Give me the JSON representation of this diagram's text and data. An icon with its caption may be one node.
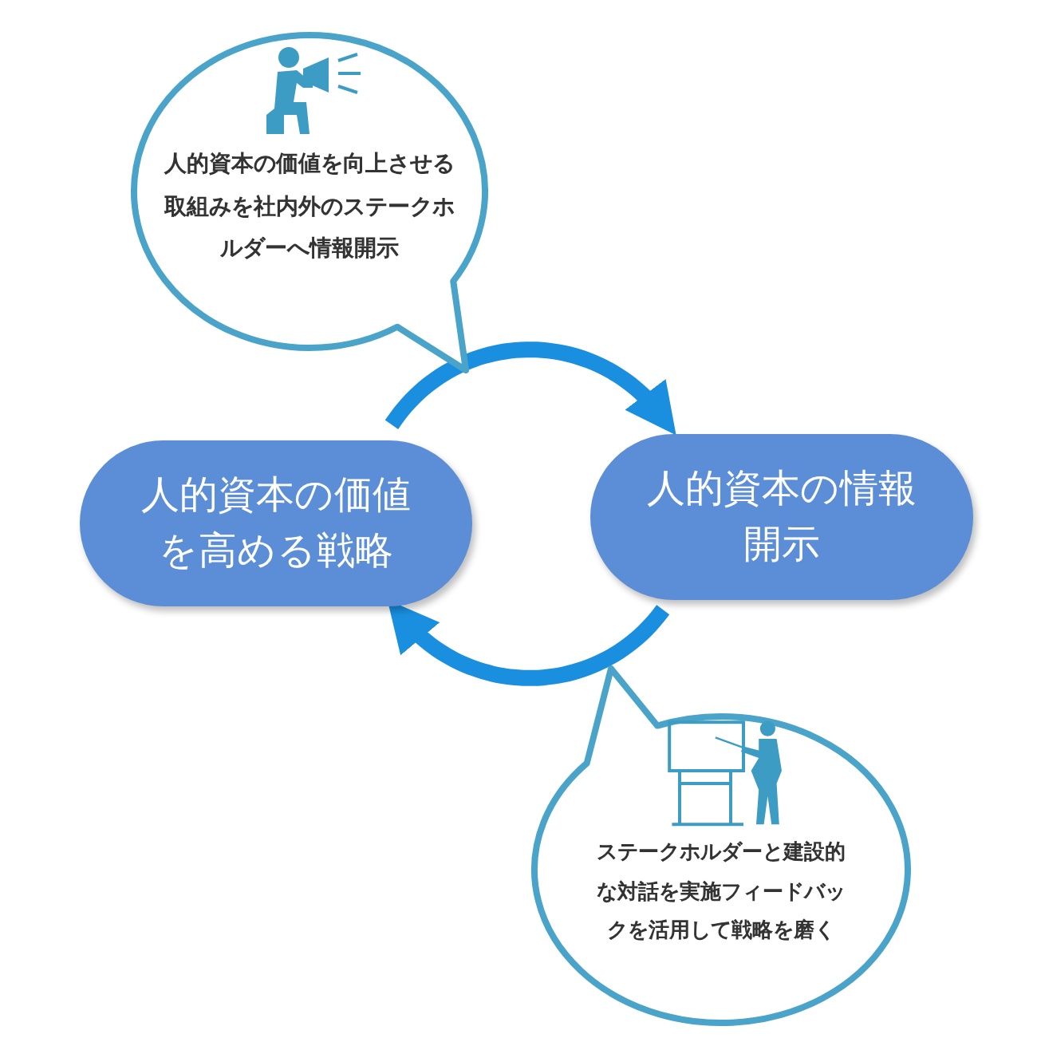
{
  "diagram": {
    "nodes": [
      {
        "text": [
          "人的資本の価値を高める戦略"
        ]
      },
      {
        "text": [
          "人的資本の情報開示"
        ]
      },
      {
        "text": [
          "人的資本の価値を向上させる取組みを社内外のステークホルダーへ情報開示"
        ]
      },
      {
        "text": [
          "ステークホルダーと建設的な対話を実施フィードバックを活用して戦略を磨く"
        ]
      }
    ],
    "edges": [
      {
        "from": 0,
        "to": 1,
        "arrow": "to"
      },
      {
        "from": 1,
        "to": 0,
        "arrow": "to"
      }
    ]
  }
}
